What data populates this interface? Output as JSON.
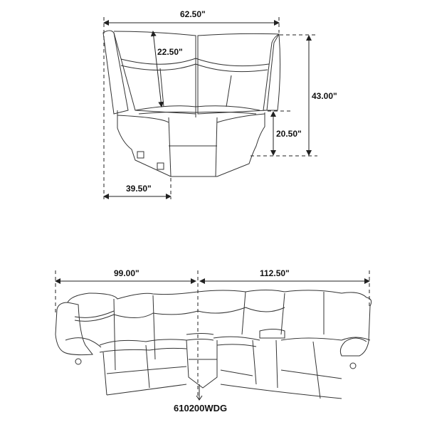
{
  "corner_piece": {
    "dimensions": {
      "width": "62.50\"",
      "seat_depth": "22.50\"",
      "height": "43.00\"",
      "seat_height": "20.50\"",
      "side_length": "39.50\""
    }
  },
  "sectional": {
    "dimensions": {
      "left_width": "99.00\"",
      "right_width": "112.50\""
    },
    "model_number": "610200WDG"
  },
  "colors": {
    "line": "#333333",
    "text": "#111111",
    "background": "#ffffff"
  }
}
